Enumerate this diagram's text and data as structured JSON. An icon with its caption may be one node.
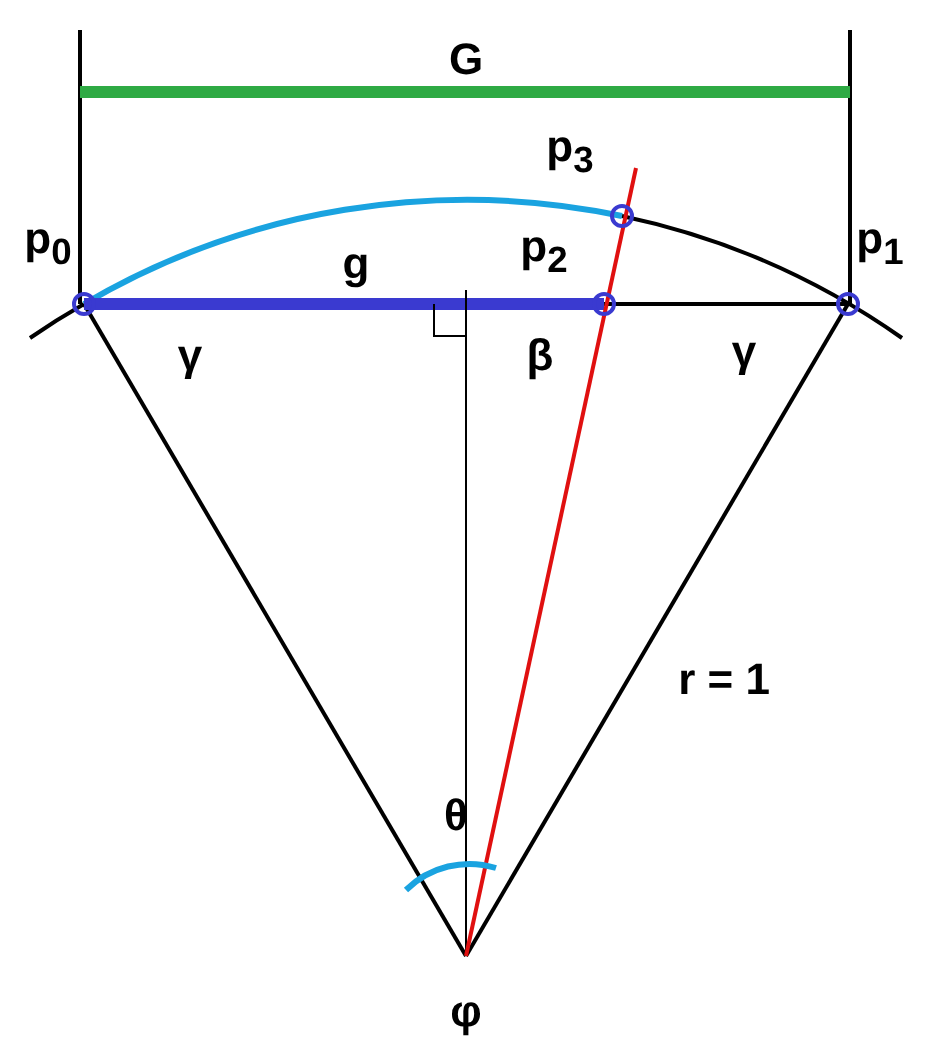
{
  "diagram": {
    "labels": [
      "G",
      "p$_{3}$",
      "p$_{0}$",
      "g",
      "p$_{2}$",
      "p$_{1}$",
      "γ",
      "β",
      "γ",
      "r = 1",
      "θ",
      "φ"
    ]
  }
}
